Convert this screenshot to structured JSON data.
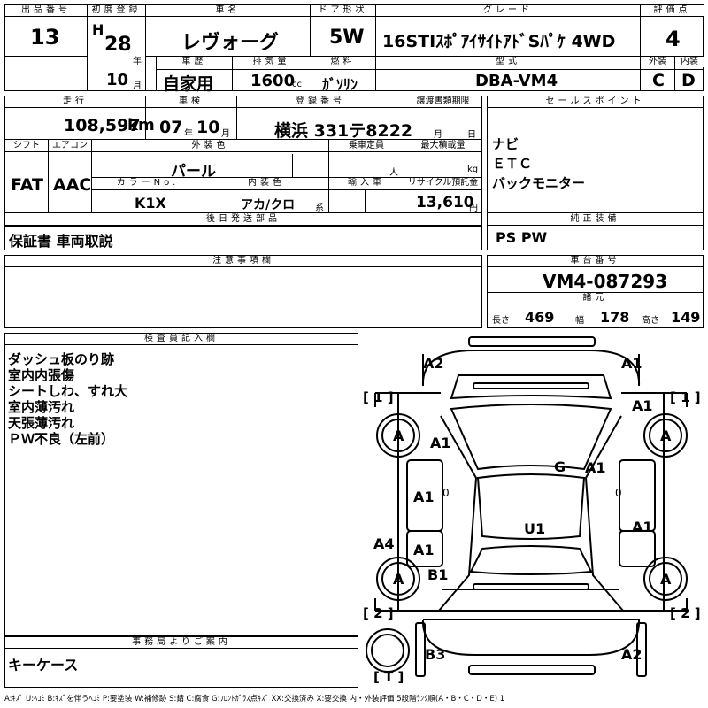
{
  "header": {
    "lot_label": "出品番号",
    "lot_value": "13",
    "first_reg_label": "初度登録",
    "era": "H",
    "reg_year": "28",
    "year_unit": "年",
    "reg_month": "10",
    "month_unit": "月",
    "car_name_label": "車名",
    "car_name": "レヴォーグ",
    "door_label": "ドア形状",
    "door": "5W",
    "grade_label": "グレード",
    "grade": "16STIｽﾎﾟｱｲｻｲﾄｱﾄﾞSﾊﾟｹ 4WD",
    "score_label": "評価点",
    "score": "4",
    "history_label": "車歴",
    "history": "自家用",
    "displacement_label": "排気量",
    "displacement": "1600",
    "displacement_unit": "cc",
    "fuel_label": "燃料",
    "fuel": "ｶﾞｿﾘﾝ",
    "model_label": "型式",
    "model": "DBA-VM4",
    "exterior_label": "外装",
    "exterior": "C",
    "interior_label": "内装",
    "interior": "D"
  },
  "row2": {
    "mileage_label": "走行",
    "mileage": "108,597",
    "mileage_unit": "km",
    "inspection_label": "車検",
    "insp_year": "07",
    "insp_year_unit": "年",
    "insp_month": "10",
    "insp_month_unit": "月",
    "plate_label": "登録番号",
    "plate": "横浜 331テ8222",
    "transfer_label": "譲渡書類期限",
    "transfer_month_unit": "月",
    "transfer_day_unit": "日",
    "shift_label": "シフト",
    "shift": "FAT",
    "aircon_label": "エアコン",
    "aircon": "AAC",
    "ext_color_label": "外装色",
    "ext_color": "パール",
    "capacity_label": "乗車定員",
    "capacity_unit": "人",
    "max_load_label": "最大積載量",
    "max_load_unit": "kg",
    "color_no_label": "カラーNo.",
    "color_no": "K1X",
    "int_color_label": "内装色",
    "int_color": "アカ/クロ",
    "int_color_unit": "系",
    "import_label": "輸入車",
    "recycle_label": "リサイクル預託金",
    "recycle": "13,610",
    "recycle_unit": "円",
    "later_label": "後日発送部品",
    "later": "保証書 車両取説"
  },
  "sales": {
    "label": "セールスポイント",
    "items": [
      "ナビ",
      "ＥＴＣ",
      "バックモニター"
    ],
    "equip_label": "純正装備",
    "equip": "PS PW"
  },
  "notes": {
    "label": "注意事項欄",
    "text": ""
  },
  "chassis": {
    "label": "車台番号",
    "value": "VM4-087293",
    "spec_label": "諸元",
    "length_label": "長さ",
    "length": "469",
    "width_label": "幅",
    "width": "178",
    "height_label": "高さ",
    "height": "149"
  },
  "inspector": {
    "label": "検査員記入欄",
    "lines": [
      "ダッシュ板のり跡",
      "室内内張傷",
      "シートしわ、すれ大",
      "室内薄汚れ",
      "天張薄汚れ",
      "ＰＷ不良（左前）"
    ]
  },
  "office": {
    "label": "事務局よりご案内",
    "text": "キーケース"
  },
  "diagram": {
    "markers": [
      "A2",
      "A1",
      "A1",
      "A",
      "A",
      "A1",
      "G",
      "A1",
      "A1",
      "0",
      "0",
      "U1",
      "A1",
      "A4",
      "A1",
      "A",
      "B1",
      "A",
      "B3",
      "A2"
    ],
    "side_labels": [
      "[ 1 ]",
      "[ 1 ]",
      "[ 2 ]",
      "[ 2 ]",
      "[ T ]"
    ]
  },
  "legend": "A:ｷｽﾞ U:ﾍｺﾐ B:ｷｽﾞを伴うﾍｺﾐ P:要塗装 W:補修跡 S:錆 C:腐食 G:ﾌﾛﾝﾄｶﾞﾗｽ点ｷｽﾞ XX:交換済み X:要交換 内・外装評価 5段階ﾗﾝｸ順(A・B・C・D・E) 1"
}
